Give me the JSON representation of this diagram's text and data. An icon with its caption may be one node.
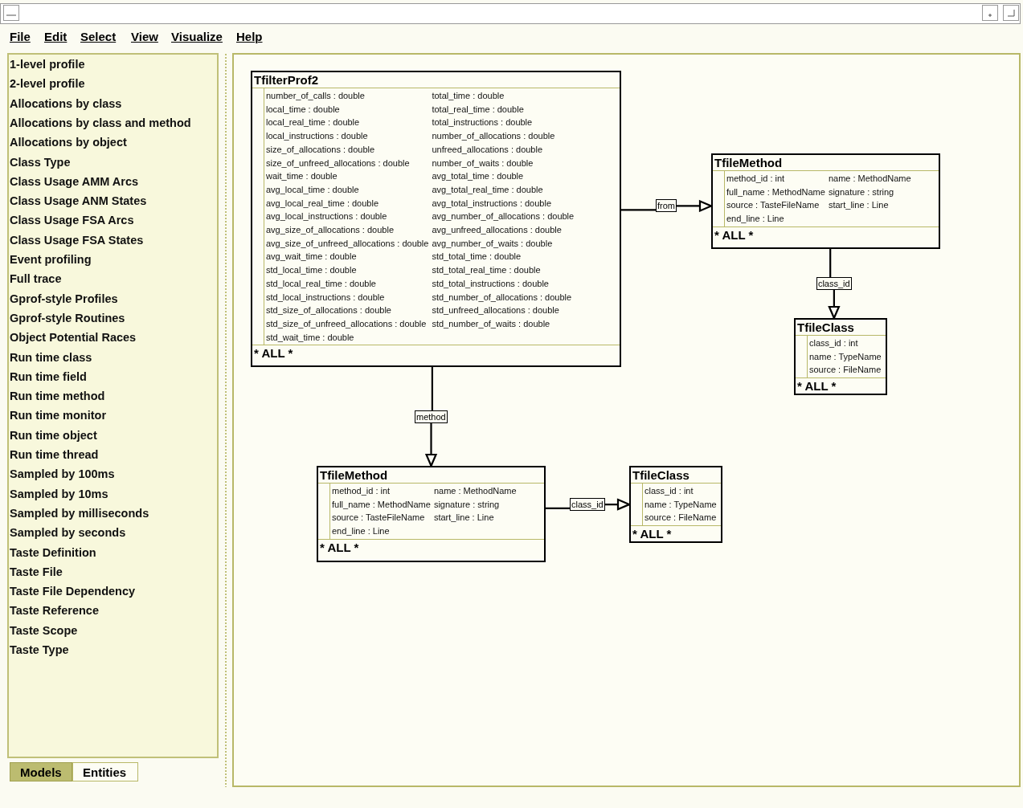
{
  "diagram": {
    "nodes": [
      {
        "text": [
          "TfilterProf2",
          "number_of_calls : double",
          "total_time : double",
          "local_time : double",
          "total_real_time : double",
          "local_real_time : double",
          "total_instructions : double",
          "local_instructions : double",
          "number_of_allocations : double",
          "size_of_allocations : double",
          "unfreed_allocations : double",
          "size_of_unfreed_allocations : double",
          "number_of_waits : double",
          "wait_time : double",
          "avg_total_time : double",
          "avg_local_time : double",
          "avg_total_real_time : double",
          "avg_local_real_time : double",
          "avg_total_instructions : double",
          "avg_local_instructions : double",
          "avg_number_of_allocations : double",
          "avg_size_of_allocations : double",
          "avg_unfreed_allocations : double",
          "avg_size_of_unfreed_allocations : double",
          "avg_number_of_waits : double",
          "avg_wait_time : double",
          "std_total_time : double",
          "std_local_time : double",
          "std_total_real_time : double",
          "std_local_real_time : double",
          "std_total_instructions : double",
          "std_local_instructions : double",
          "std_number_of_allocations : double",
          "std_size_of_allocations : double",
          "std_unfreed_allocations : double",
          "std_size_of_unfreed_allocations : double",
          "std_number_of_waits : double",
          "std_wait_time : double",
          "* ALL *"
        ]
      },
      {
        "text": [
          "TfileMethod",
          "method_id : int",
          "name : MethodName",
          "full_name : MethodName",
          "signature : string",
          "source : TasteFileName",
          "start_line : Line",
          "end_line : Line",
          "* ALL *"
        ]
      },
      {
        "text": [
          "TfileClass",
          "class_id : int",
          "name : TypeName",
          "source : FileName",
          "* ALL *"
        ]
      },
      {
        "text": [
          "TfileMethod",
          "method_id : int",
          "name : MethodName",
          "full_name : MethodName",
          "signature : string",
          "source : TasteFileName",
          "start_line : Line",
          "end_line : Line",
          "* ALL *"
        ]
      },
      {
        "text": [
          "TfileClass",
          "class_id : int",
          "name : TypeName",
          "source : FileName",
          "* ALL *"
        ]
      }
    ],
    "edges": [
      {
        "from": 0,
        "to": 1,
        "arrow": "to",
        "label": "from"
      },
      {
        "from": 1,
        "to": 2,
        "arrow": "to",
        "label": "class_id"
      },
      {
        "from": 0,
        "to": 3,
        "arrow": "to",
        "label": "method"
      },
      {
        "from": 3,
        "to": 4,
        "arrow": "to",
        "label": "class_id"
      }
    ],
    "labels": [
      "File",
      "Edit",
      "Select",
      "View",
      "Visualize",
      "Help",
      "1-level profile",
      "2-level profile",
      "Allocations by class",
      "Allocations by class and method",
      "Allocations by object",
      "Class Type",
      "Class Usage AMM Arcs",
      "Class Usage ANM States",
      "Class Usage FSA Arcs",
      "Class Usage FSA States",
      "Event profiling",
      "Full trace",
      "Gprof-style Profiles",
      "Gprof-style Routines",
      "Object Potential Races",
      "Run time class",
      "Run time field",
      "Run time method",
      "Run time monitor",
      "Run time object",
      "Run time thread",
      "Sampled by 100ms",
      "Sampled by 10ms",
      "Sampled by milliseconds",
      "Sampled by seconds",
      "Taste Definition",
      "Taste File",
      "Taste File Dependency",
      "Taste Reference",
      "Taste Scope",
      "Taste Type",
      "Models",
      "Entities"
    ]
  }
}
